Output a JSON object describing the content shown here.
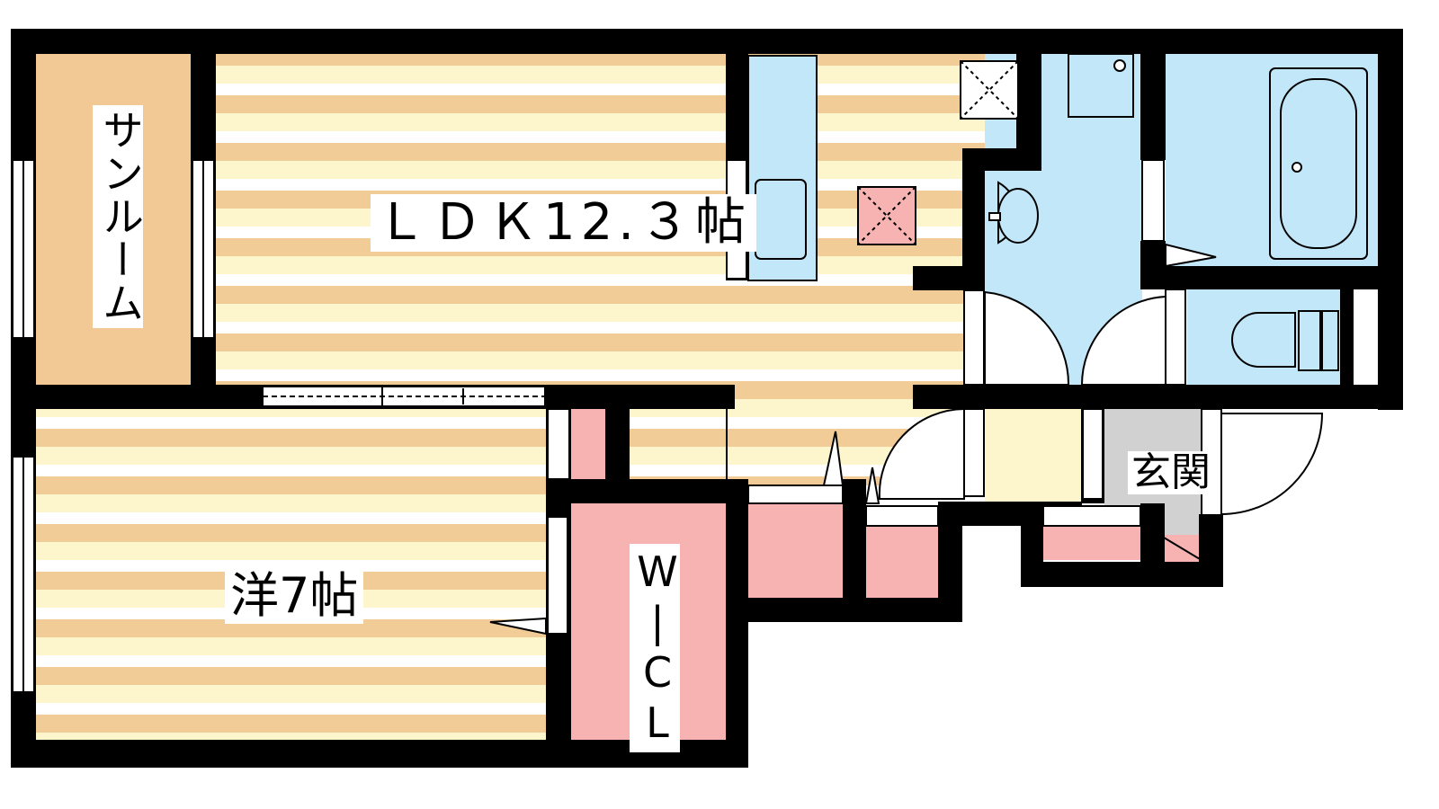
{
  "rooms": {
    "ldk": "ＬＤＫ12.３帖",
    "sunroom": "サンルーム",
    "western": "洋7帖",
    "wcl": "W|CL",
    "genkan": "玄関"
  },
  "colors": {
    "wall": "#000000",
    "floor_stripe_light": "#fdf6cc",
    "floor_stripe_dark": "#f2cc96",
    "floor_white": "#ffffff",
    "sunroom": "#f2c994",
    "wet_area": "#c2e7f8",
    "storage": "#f6b3b2",
    "entry_tile": "#d1d1d1",
    "hallway": "#fdf6cc"
  }
}
